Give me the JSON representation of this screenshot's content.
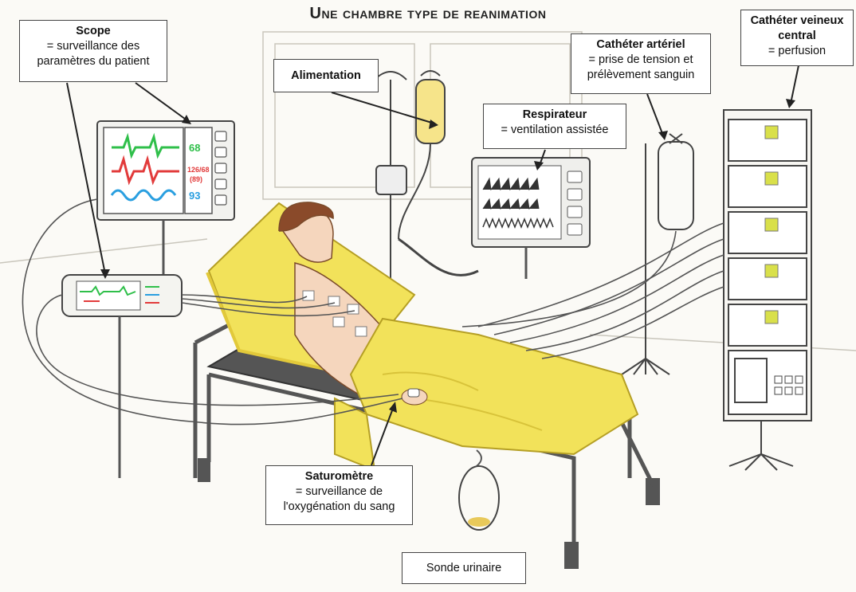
{
  "title": "Une chambre type de reanimation",
  "labels": {
    "scope": {
      "name": "Scope",
      "desc": "= surveillance des paramètres du patient"
    },
    "alimentation": {
      "name": "Alimentation"
    },
    "respirateur": {
      "name": "Respirateur",
      "desc": "= ventilation assistée"
    },
    "catheter_arteriel": {
      "name": "Cathéter artériel",
      "desc": "= prise de tension et prélèvement sanguin"
    },
    "catheter_veineux": {
      "name": "Cathéter veineux central",
      "desc": "= perfusion"
    },
    "saturometre": {
      "name": "Saturomètre",
      "desc": "= surveillance de l'oxygénation du sang"
    },
    "sonde_urinaire": {
      "name": "Sonde urinaire"
    }
  },
  "monitor_values": {
    "hr": "68",
    "bp": "126/68",
    "bp_sub": "(89)",
    "spo2": "93"
  },
  "colors": {
    "sheet": "#f2e25a",
    "sheet_shade": "#e2c93a",
    "hr_trace": "#2fbf4a",
    "bp_trace": "#e23b3b",
    "spo2_trace": "#2a9fe0",
    "frame": "#444444"
  }
}
